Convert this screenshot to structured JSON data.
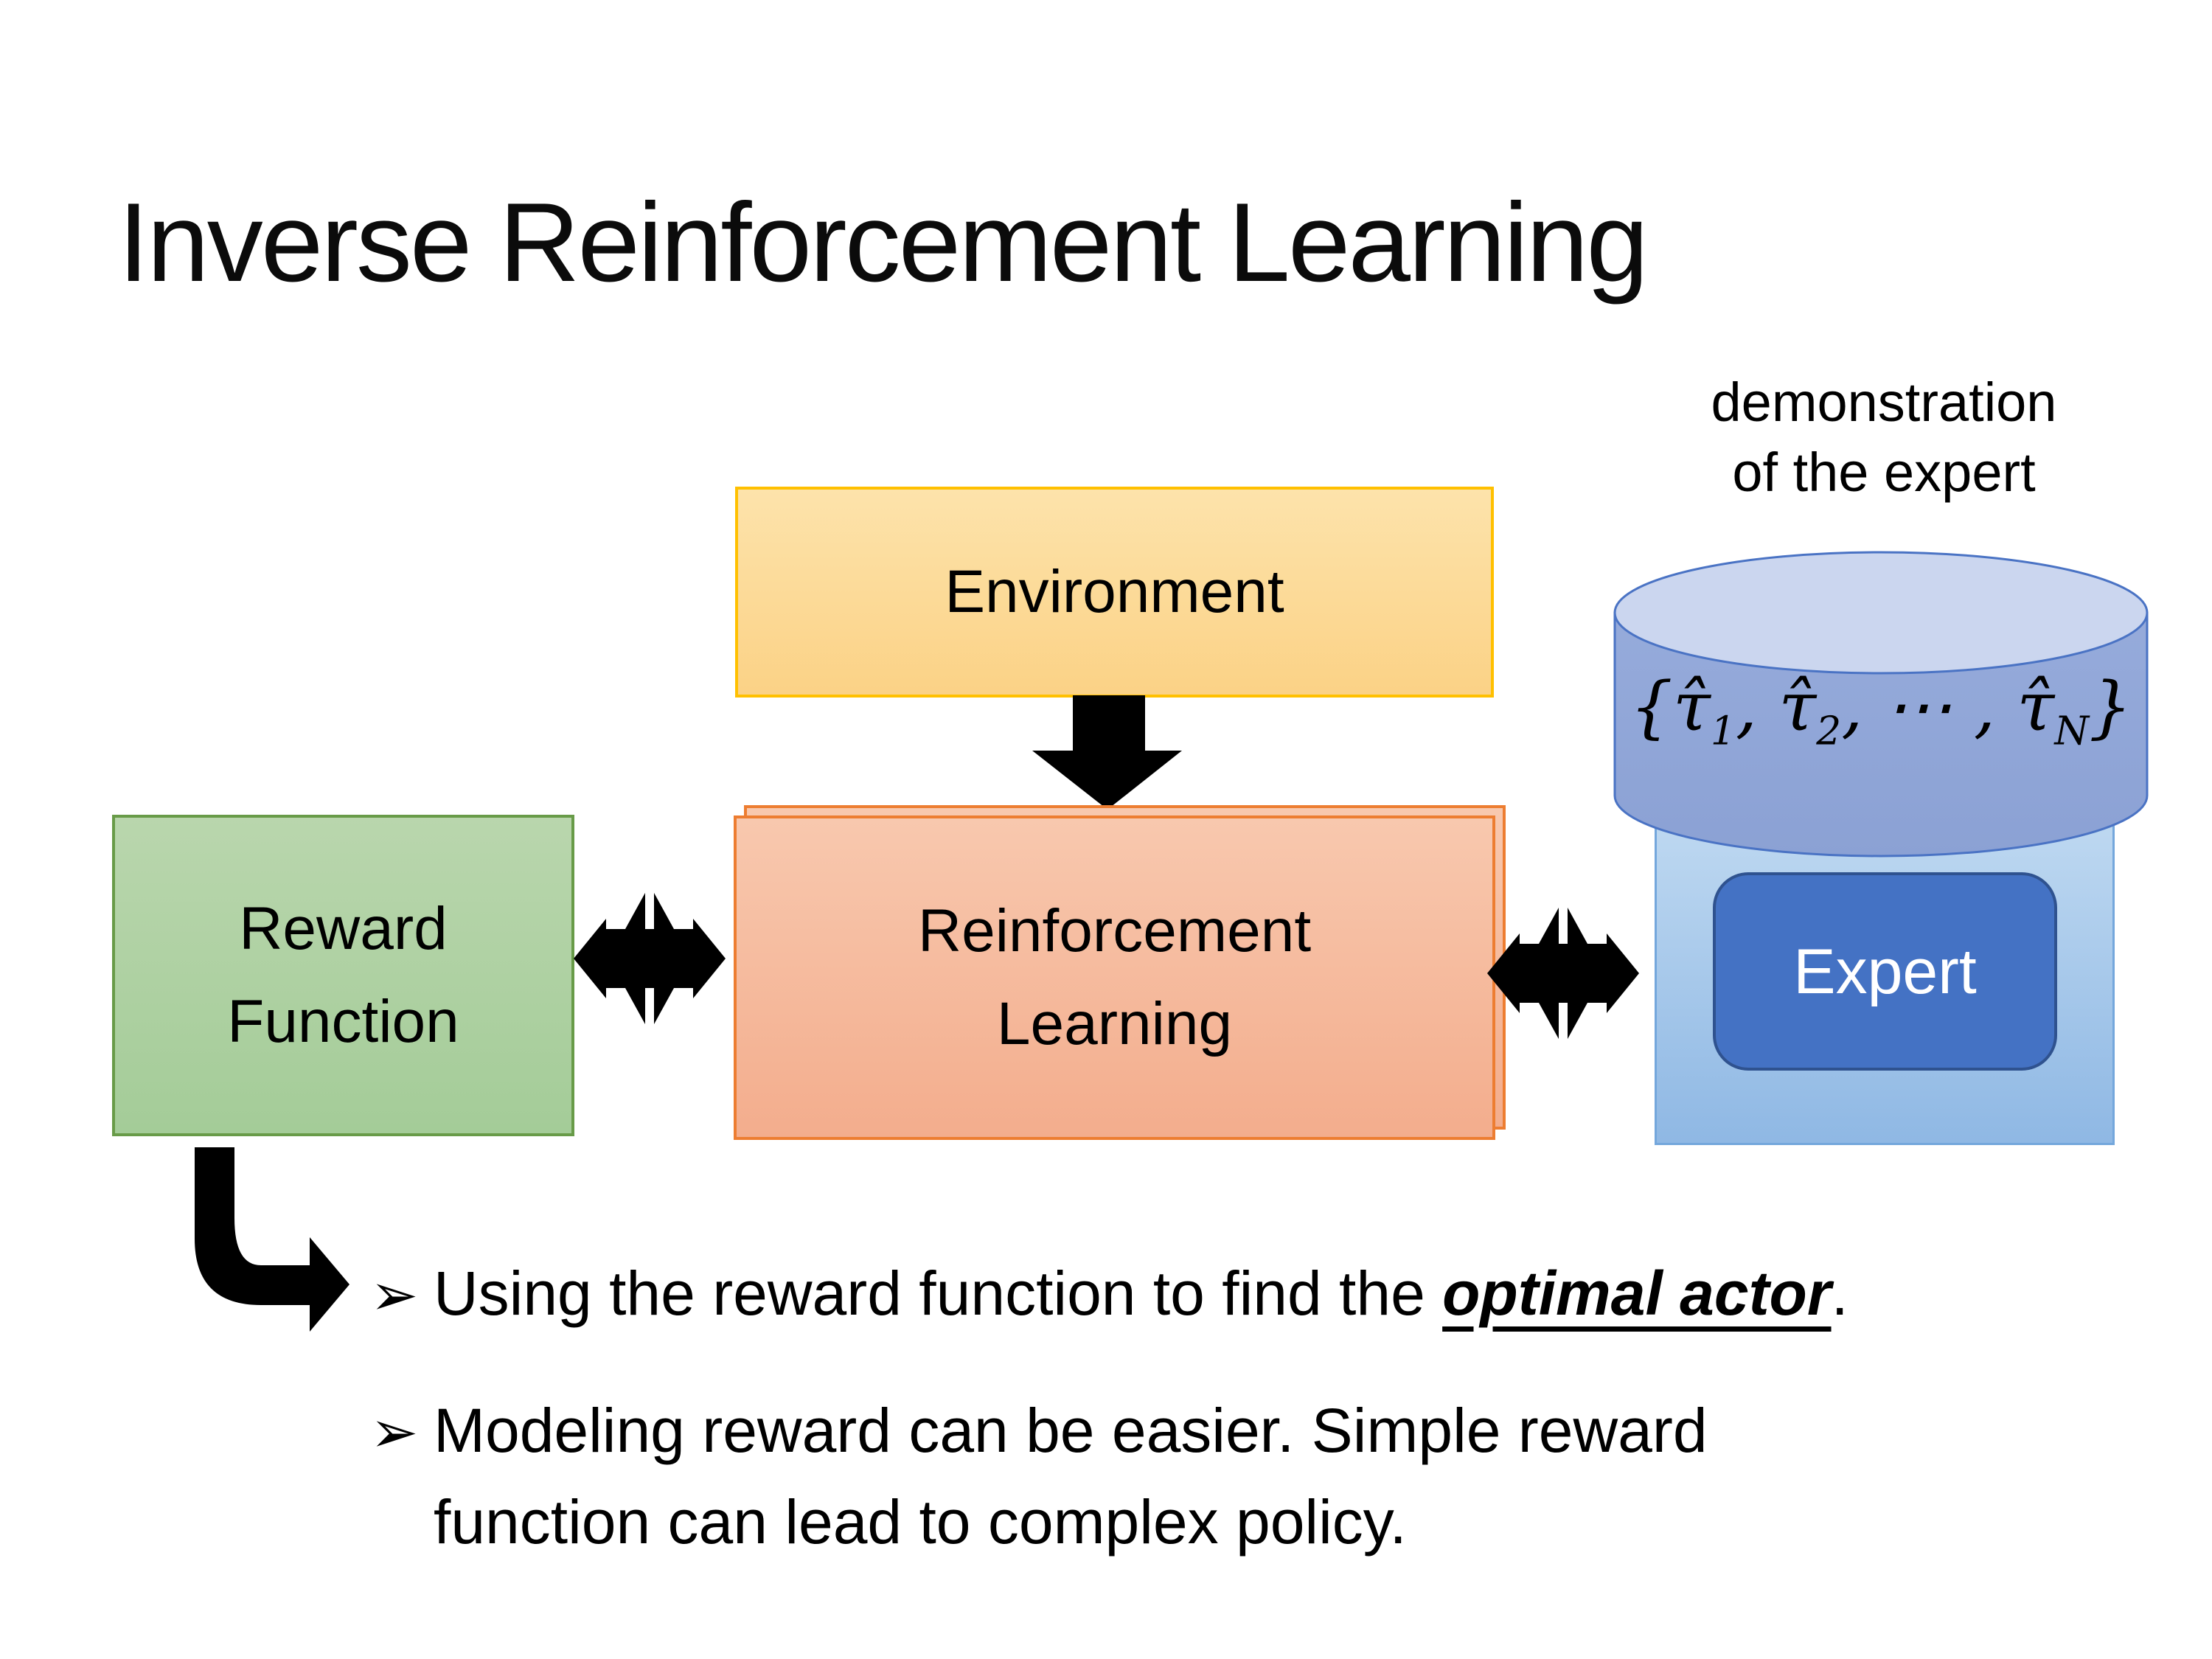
{
  "slide": {
    "title": "Inverse Reinforcement Learning"
  },
  "diagram": {
    "environment": {
      "label": "Environment"
    },
    "reward_function": {
      "label_line1": "Reward",
      "label_line2": "Function"
    },
    "reinforcement_learning": {
      "label_line1": "Reinforcement",
      "label_line2": "Learning"
    },
    "expert": {
      "label": "Expert"
    },
    "demo_caption": {
      "line1": "demonstration",
      "line2": "of the expert"
    },
    "trajectory_set": {
      "open": "{",
      "tau1": "τ̂",
      "sub1": "1",
      "sep1": ", ",
      "tau2": "τ̂",
      "sub2": "2",
      "sep2": ", ⋯ , ",
      "tau3": "τ̂",
      "sub3": "N",
      "close": "}"
    }
  },
  "bullets": {
    "marker": "➢",
    "item1": {
      "prefix": "Using the reward function to find the ",
      "emphasis": "optimal actor",
      "suffix": "."
    },
    "item2": {
      "text": "Modeling reward can be easier. Simple reward function can lead to complex policy."
    }
  },
  "colors": {
    "env_fill_top": "#FDE3AB",
    "env_fill_bottom": "#FBD286",
    "env_border": "#FFC000",
    "reward_fill_top": "#B9D6AD",
    "reward_fill_bottom": "#A4CC98",
    "reward_border": "#689B48",
    "rl_fill_top": "#F8C8AE",
    "rl_fill_bottom": "#F3AD8D",
    "rl_border": "#ED7D31",
    "panel_fill_top": "#BFD9F1",
    "panel_fill_bottom": "#8FB8E4",
    "panel_border": "#74A7DC",
    "cyl_body_top": "#96ABDB",
    "cyl_body_bottom": "#8BA1D4",
    "cyl_rim_fill": "#CBD6EF",
    "cyl_border": "#4A73C4",
    "expert_fill": "#4472C4",
    "expert_border": "#2F528F",
    "arrow_black": "#000000"
  }
}
